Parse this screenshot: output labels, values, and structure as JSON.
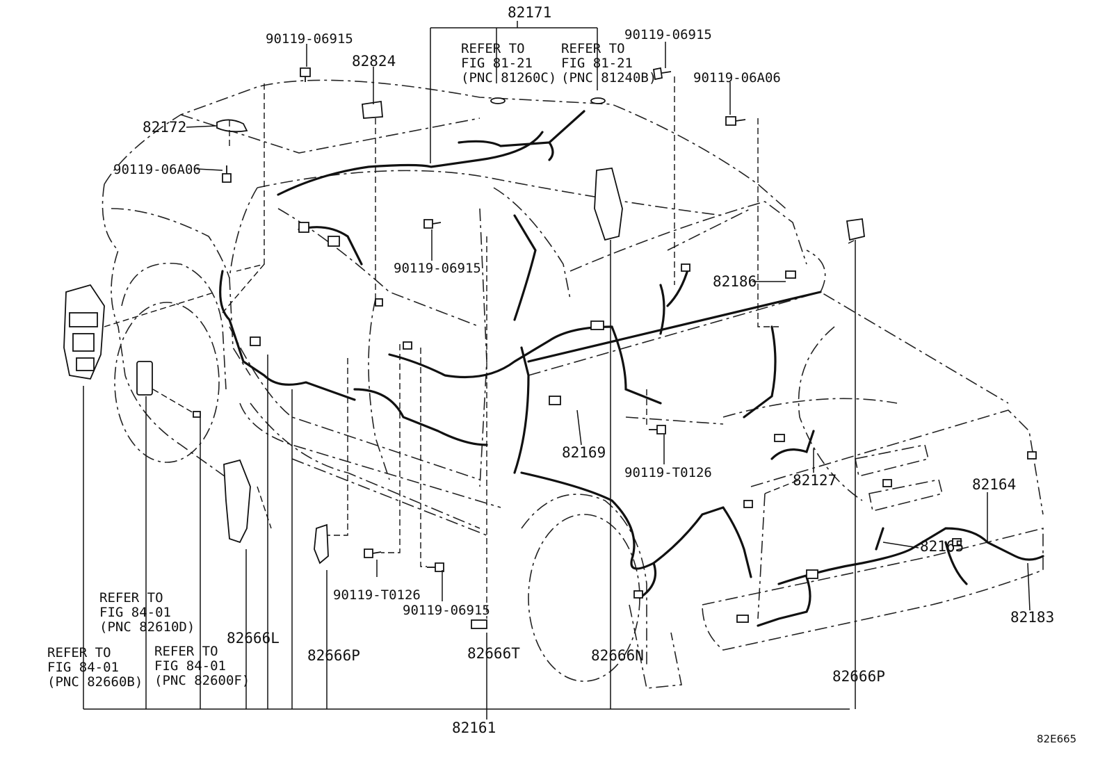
{
  "diagram_code": "82E665",
  "part_numbers": {
    "main_harness": "82161",
    "roof_harness": "82171",
    "sub_82172": "82172",
    "sub_82824": "82824",
    "sub_82186": "82186",
    "sub_82169": "82169",
    "sub_82127": "82127",
    "sub_82164": "82164",
    "sub_82165": "82165",
    "sub_82183": "82183",
    "clamp_82666L": "82666L",
    "clamp_82666P_left": "82666P",
    "clamp_82666T": "82666T",
    "clamp_82666N": "82666N",
    "clamp_82666P_right": "82666P"
  },
  "bolts": {
    "b1": "90119-06915",
    "b2": "90119-06915",
    "b3": "90119-06A06",
    "b4": "90119-06A06",
    "b5": "90119-06915",
    "b6": "90119-T0126",
    "b7": "90119-T0126",
    "b8": "90119-06915"
  },
  "refs": {
    "fig81_left": [
      "REFER TO",
      "FIG 81-21",
      "(PNC 81260C)"
    ],
    "fig81_right": [
      "REFER TO",
      "FIG 81-21",
      "(PNC 81240B)"
    ],
    "fig84_a": [
      "REFER TO",
      "FIG 84-01",
      "(PNC 82610D)"
    ],
    "fig84_b": [
      "REFER TO",
      "FIG 84-01",
      "(PNC 82660B)"
    ],
    "fig84_c": [
      "REFER TO",
      "FIG 84-01",
      "(PNC 82600F)"
    ]
  }
}
